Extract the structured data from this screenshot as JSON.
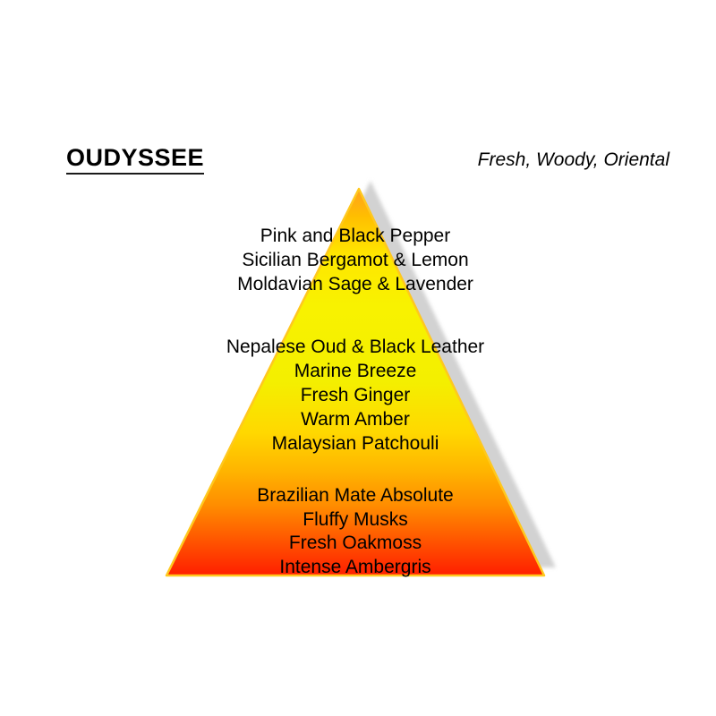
{
  "header": {
    "title": "OUDYSSEE",
    "accords": "Fresh, Woody, Oriental"
  },
  "pyramid": {
    "levels": [
      {
        "name": "top-notes",
        "lines": [
          "Pink and Black Pepper",
          "Sicilian Bergamot & Lemon",
          "Moldavian Sage & Lavender"
        ]
      },
      {
        "name": "heart-notes",
        "lines": [
          "Nepalese Oud & Black Leather",
          "Marine Breeze",
          "Fresh Ginger",
          "Warm Amber",
          "Malaysian Patchouli"
        ]
      },
      {
        "name": "base-notes",
        "lines": [
          "Brazilian Mate Absolute",
          "Fluffy Musks",
          "Fresh Oakmoss",
          "Intense Ambergris"
        ]
      }
    ]
  },
  "colors": {
    "background": "#FFFFFF",
    "text": "#000000",
    "shadow": "#D2D2D2",
    "border": "#FFC81E",
    "gradient": [
      "#FFA01E",
      "#FFBE00",
      "#FFE600",
      "#F8F200",
      "#F4EF00",
      "#FFD800",
      "#FFB400",
      "#FF8C00",
      "#FF5500",
      "#FF1E00"
    ]
  }
}
